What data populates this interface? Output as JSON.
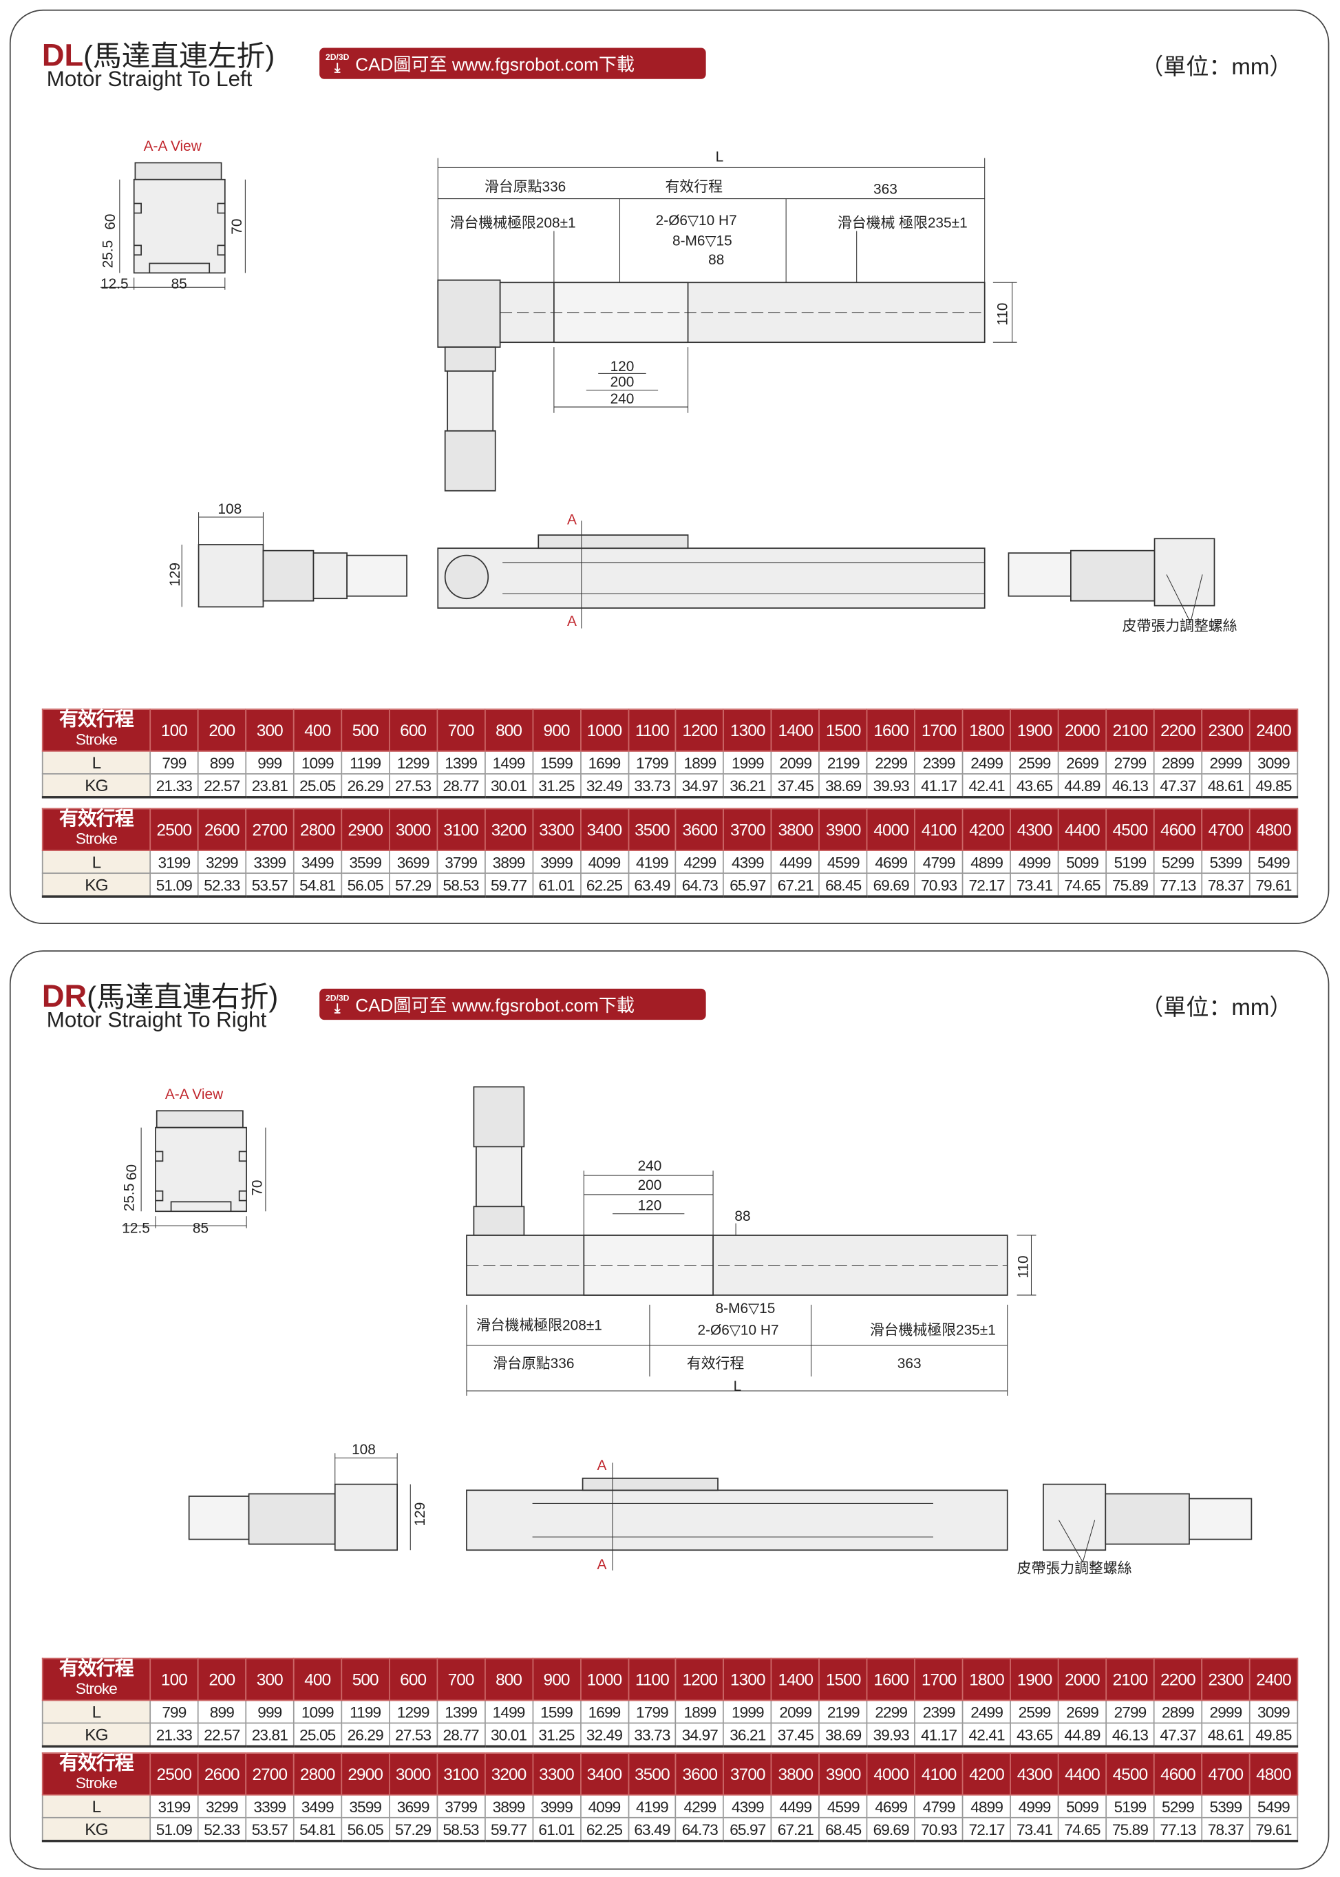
{
  "sections": [
    {
      "code": "DL",
      "name_zh": "(馬達直連左折)",
      "name_en": "Motor Straight To Left",
      "cad_badge": {
        "icon_label": "2D/3D",
        "text": "CAD圖可至 www.fgsrobot.com下載"
      },
      "unit": "（單位：mm）",
      "drawing": {
        "aa_view": "A-A View",
        "aa_dims": [
          "60",
          "25.5",
          "70",
          "12.5",
          "85"
        ],
        "L": "L",
        "origin": "滑台原點336",
        "stroke": "有效行程",
        "end": "363",
        "limit_left": "滑台機械極限208±1",
        "limit_right": "滑台機械 極限235±1",
        "pin": "2-Ø6▽10 H7",
        "screw": "8-M6▽15",
        "d88": "88",
        "d110": "110",
        "d120": "120",
        "d200": "200",
        "d240": "240",
        "d108": "108",
        "d129": "129",
        "section_mark": "A",
        "belt_note": "皮帶張力調整螺絲"
      }
    },
    {
      "code": "DR",
      "name_zh": "(馬達直連右折)",
      "name_en": "Motor Straight To Right",
      "cad_badge": {
        "icon_label": "2D/3D",
        "text": "CAD圖可至 www.fgsrobot.com下載"
      },
      "unit": "（單位：mm）",
      "drawing": {
        "aa_view": "A-A View",
        "aa_dims": [
          "60",
          "25.5",
          "70",
          "12.5",
          "85"
        ],
        "L": "L",
        "origin": "滑台原點336",
        "stroke": "有效行程",
        "end": "363",
        "limit_left": "滑台機械極限208±1",
        "limit_right": "滑台機械極限235±1",
        "pin": "2-Ø6▽10 H7",
        "screw": "8-M6▽15",
        "d88": "88",
        "d110": "110",
        "d120": "120",
        "d200": "200",
        "d240": "240",
        "d108": "108",
        "d129": "129",
        "section_mark": "A",
        "belt_note": "皮帶張力調整螺絲"
      }
    }
  ],
  "spec_table": {
    "header_zh": "有效行程",
    "header_en": "Stroke",
    "row_L": "L",
    "row_KG": "KG",
    "blocks": [
      {
        "stroke": [
          "100",
          "200",
          "300",
          "400",
          "500",
          "600",
          "700",
          "800",
          "900",
          "1000",
          "1100",
          "1200",
          "1300",
          "1400",
          "1500",
          "1600",
          "1700",
          "1800",
          "1900",
          "2000",
          "2100",
          "2200",
          "2300",
          "2400"
        ],
        "L": [
          "799",
          "899",
          "999",
          "1099",
          "1199",
          "1299",
          "1399",
          "1499",
          "1599",
          "1699",
          "1799",
          "1899",
          "1999",
          "2099",
          "2199",
          "2299",
          "2399",
          "2499",
          "2599",
          "2699",
          "2799",
          "2899",
          "2999",
          "3099"
        ],
        "KG": [
          "21.33",
          "22.57",
          "23.81",
          "25.05",
          "26.29",
          "27.53",
          "28.77",
          "30.01",
          "31.25",
          "32.49",
          "33.73",
          "34.97",
          "36.21",
          "37.45",
          "38.69",
          "39.93",
          "41.17",
          "42.41",
          "43.65",
          "44.89",
          "46.13",
          "47.37",
          "48.61",
          "49.85"
        ]
      },
      {
        "stroke": [
          "2500",
          "2600",
          "2700",
          "2800",
          "2900",
          "3000",
          "3100",
          "3200",
          "3300",
          "3400",
          "3500",
          "3600",
          "3700",
          "3800",
          "3900",
          "4000",
          "4100",
          "4200",
          "4300",
          "4400",
          "4500",
          "4600",
          "4700",
          "4800"
        ],
        "L": [
          "3199",
          "3299",
          "3399",
          "3499",
          "3599",
          "3699",
          "3799",
          "3899",
          "3999",
          "4099",
          "4199",
          "4299",
          "4399",
          "4499",
          "4599",
          "4699",
          "4799",
          "4899",
          "4999",
          "5099",
          "5199",
          "5299",
          "5399",
          "5499"
        ],
        "KG": [
          "51.09",
          "52.33",
          "53.57",
          "54.81",
          "56.05",
          "57.29",
          "58.53",
          "59.77",
          "61.01",
          "62.25",
          "63.49",
          "64.73",
          "65.97",
          "67.21",
          "68.45",
          "69.69",
          "70.93",
          "72.17",
          "73.41",
          "74.65",
          "75.89",
          "77.13",
          "78.37",
          "79.61"
        ]
      }
    ]
  },
  "colors": {
    "accent": "#a31d25",
    "label_bg": "#f6efe3"
  }
}
